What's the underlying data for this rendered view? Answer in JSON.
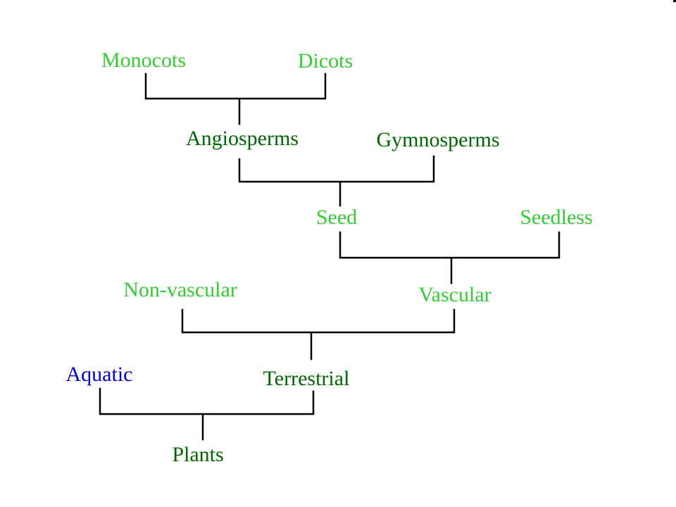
{
  "diagram": {
    "nodes": {
      "monocots": {
        "label": "Monocots",
        "color": "#33cc33"
      },
      "dicots": {
        "label": "Dicots",
        "color": "#33cc33"
      },
      "angiosperms": {
        "label": "Angiosperms",
        "color": "#006600"
      },
      "gymnosperms": {
        "label": "Gymnosperms",
        "color": "#006600"
      },
      "seed": {
        "label": "Seed",
        "color": "#33cc33"
      },
      "seedless": {
        "label": "Seedless",
        "color": "#33cc33"
      },
      "non_vascular": {
        "label": "Non-vascular",
        "color": "#33cc33"
      },
      "vascular": {
        "label": "Vascular",
        "color": "#33cc33"
      },
      "aquatic": {
        "label": "Aquatic",
        "color": "#0000cc"
      },
      "terrestrial": {
        "label": "Terrestrial",
        "color": "#006600"
      },
      "plants": {
        "label": "Plants",
        "color": "#006600"
      }
    },
    "edges": [
      {
        "parent": "angiosperms",
        "children": [
          "monocots",
          "dicots"
        ]
      },
      {
        "parent": "seed",
        "children": [
          "angiosperms",
          "gymnosperms"
        ]
      },
      {
        "parent": "vascular",
        "children": [
          "seed",
          "seedless"
        ]
      },
      {
        "parent": "terrestrial",
        "children": [
          "non_vascular",
          "vascular"
        ]
      },
      {
        "parent": "plants",
        "children": [
          "aquatic",
          "terrestrial"
        ]
      }
    ]
  }
}
